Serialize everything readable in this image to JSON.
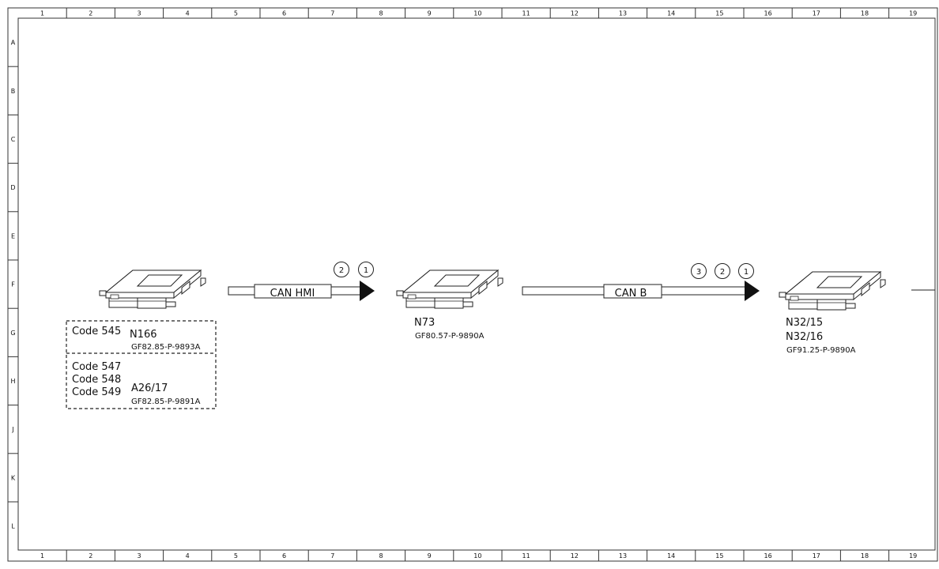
{
  "grid": {
    "columns": [
      "1",
      "2",
      "3",
      "4",
      "5",
      "6",
      "7",
      "8",
      "9",
      "10",
      "11",
      "12",
      "13",
      "14",
      "15",
      "16",
      "17",
      "18",
      "19"
    ],
    "rows": [
      "A",
      "B",
      "C",
      "D",
      "E",
      "F",
      "G",
      "H",
      "J",
      "K",
      "L"
    ]
  },
  "modules": {
    "n166": {
      "code": "Code 545",
      "name": "N166",
      "ref": "GF82.85-P-9893A"
    },
    "a2617": {
      "code1": "Code 547",
      "code2": "Code 548",
      "code3": "Code 549",
      "name": "A26/17",
      "ref": "GF82.85-P-9891A"
    },
    "n73": {
      "name": "N73",
      "ref": "GF80.57-P-9890A"
    },
    "n32": {
      "name1": "N32/15",
      "name2": "N32/16",
      "ref": "GF91.25-P-9890A"
    }
  },
  "buses": {
    "can_hmi": {
      "label": "CAN HMI",
      "markers": [
        "2",
        "1"
      ]
    },
    "can_b": {
      "label": "CAN B",
      "markers": [
        "3",
        "2",
        "1"
      ]
    }
  }
}
